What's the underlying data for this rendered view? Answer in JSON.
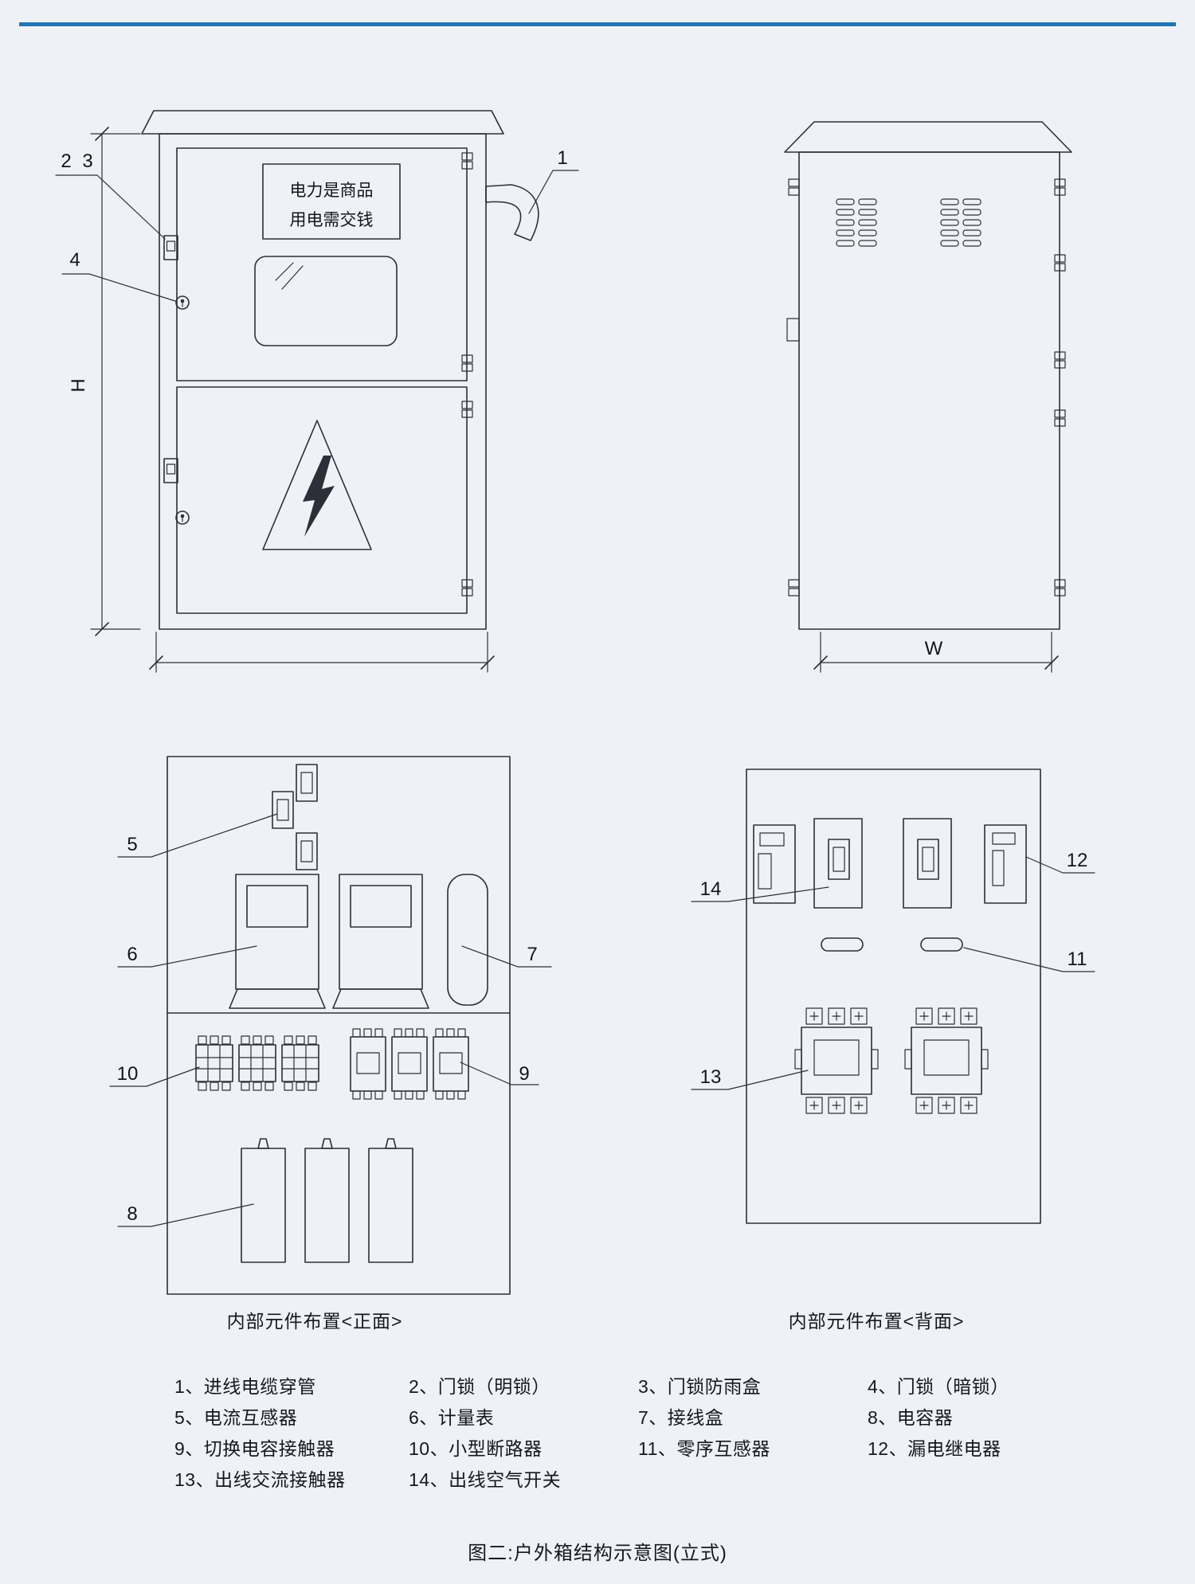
{
  "page": {
    "accent_color": "#2176b5",
    "background_color": "#eef2f7",
    "line_color": "#2e2e38"
  },
  "front_view": {
    "sign_line1": "电力是商品",
    "sign_line2": "用电需交钱",
    "height_dim_label": "H",
    "callout_1": "1",
    "callout_2": "2",
    "callout_3": "3",
    "callout_4": "4"
  },
  "back_view": {
    "width_dim_label": "W"
  },
  "front_layout": {
    "caption": "内部元件布置<正面>",
    "callout_5": "5",
    "callout_6": "6",
    "callout_7": "7",
    "callout_8": "8",
    "callout_9": "9",
    "callout_10": "10"
  },
  "back_layout": {
    "caption": "内部元件布置<背面>",
    "callout_11": "11",
    "callout_12": "12",
    "callout_13": "13",
    "callout_14": "14"
  },
  "legend": {
    "items": [
      "1、进线电缆穿管",
      "2、门锁（明锁）",
      "3、门锁防雨盒",
      "4、门锁（暗锁）",
      "5、电流互感器",
      "6、计量表",
      "7、接线盒",
      "8、电容器",
      "9、切换电容接触器",
      "10、小型断路器",
      "11、零序互感器",
      "12、漏电继电器",
      "13、出线交流接触器",
      "14、出线空气开关"
    ]
  },
  "figure_caption": "图二:户外箱结构示意图(立式)"
}
